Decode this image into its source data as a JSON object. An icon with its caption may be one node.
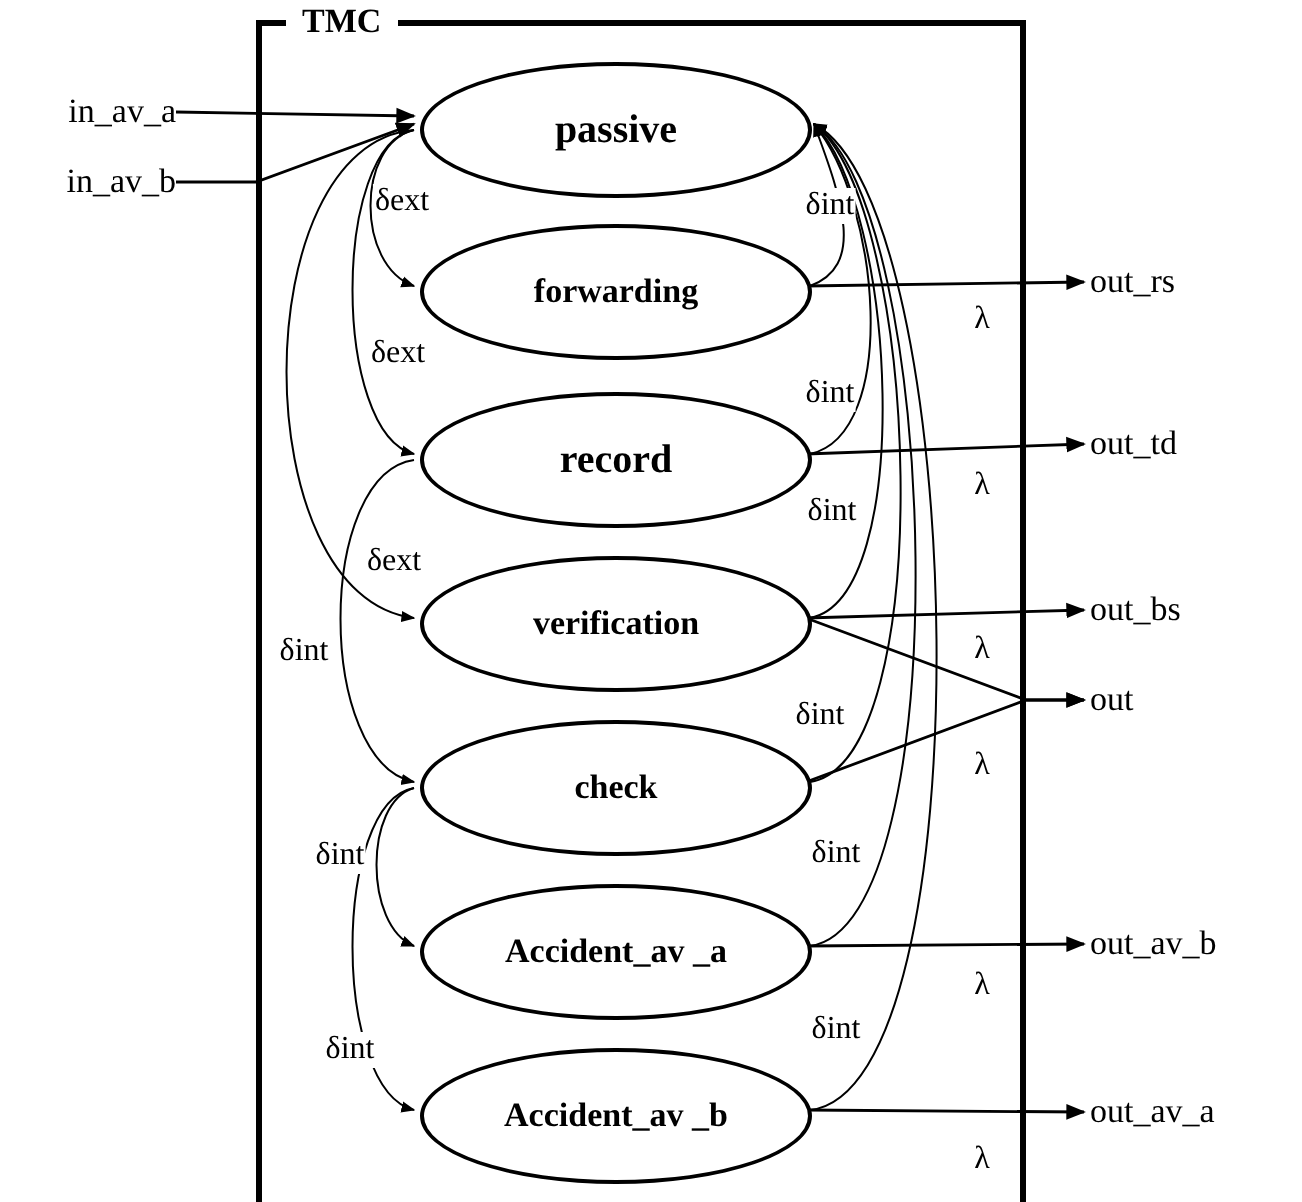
{
  "diagram": {
    "nodes": [
      {
        "text": [
          "TMC"
        ]
      },
      {
        "text": [
          "passive"
        ],
        "in": 0
      },
      {
        "text": [
          "forwarding"
        ],
        "in": 0
      },
      {
        "text": [
          "record"
        ],
        "in": 0
      },
      {
        "text": [
          "verification"
        ],
        "in": 0
      },
      {
        "text": [
          "check"
        ],
        "in": 0
      },
      {
        "text": [
          "Accident_av _a"
        ],
        "in": 0
      },
      {
        "text": [
          "Accident_av _b"
        ],
        "in": 0
      },
      {
        "text": [
          "in_av_a"
        ]
      },
      {
        "text": [
          "in_av_b"
        ]
      },
      {
        "text": [
          "out_rs"
        ]
      },
      {
        "text": [
          "out_td"
        ]
      },
      {
        "text": [
          "out_bs"
        ]
      },
      {
        "text": [
          "out"
        ]
      },
      {
        "text": [
          "out_av_b"
        ]
      },
      {
        "text": [
          "out_av_a"
        ]
      }
    ],
    "edges": [
      {
        "from": 8,
        "to": 1,
        "arrow": "to"
      },
      {
        "from": 9,
        "to": 1,
        "arrow": "to"
      },
      {
        "from": 1,
        "to": 2,
        "arrow": "to",
        "label": "δext"
      },
      {
        "from": 1,
        "to": 3,
        "arrow": "to",
        "label": "δext"
      },
      {
        "from": 1,
        "to": 4,
        "arrow": "to",
        "label": "δext"
      },
      {
        "from": 3,
        "to": 5,
        "arrow": "to",
        "label": "δint"
      },
      {
        "from": 5,
        "to": 6,
        "arrow": "to",
        "label": "δint"
      },
      {
        "from": 5,
        "to": 7,
        "arrow": "to",
        "label": "δint"
      },
      {
        "from": 2,
        "to": 1,
        "arrow": "to",
        "label": "δint"
      },
      {
        "from": 3,
        "to": 1,
        "arrow": "to",
        "label": "δint"
      },
      {
        "from": 4,
        "to": 1,
        "arrow": "to",
        "label": "δint"
      },
      {
        "from": 5,
        "to": 1,
        "arrow": "to",
        "label": "δint"
      },
      {
        "from": 6,
        "to": 1,
        "arrow": "to",
        "label": "δint"
      },
      {
        "from": 7,
        "to": 1,
        "arrow": "to",
        "label": "δint"
      },
      {
        "from": 2,
        "to": 10,
        "arrow": "to",
        "label": "λ"
      },
      {
        "from": 3,
        "to": 11,
        "arrow": "to",
        "label": "λ"
      },
      {
        "from": 4,
        "to": 12,
        "arrow": "to",
        "label": "λ"
      },
      {
        "from": 4,
        "to": 13,
        "arrow": "to"
      },
      {
        "from": 5,
        "to": 13,
        "arrow": "to",
        "label": "λ"
      },
      {
        "from": 6,
        "to": 14,
        "arrow": "to",
        "label": "λ"
      },
      {
        "from": 7,
        "to": 15,
        "arrow": "to",
        "label": "λ"
      }
    ]
  }
}
